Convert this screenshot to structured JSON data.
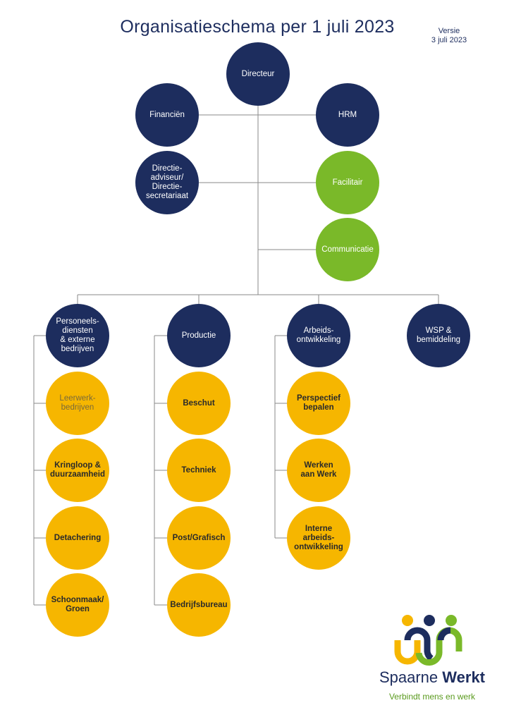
{
  "header": {
    "title": "Organisatieschema per 1 juli 2023",
    "version_label": "Versie",
    "version_date": "3 juli 2023"
  },
  "top": {
    "directeur": "Directeur",
    "financien": "Financiën",
    "hrm": "HRM",
    "directie_adviseur": "Directie-\nadviseur/\nDirectie-\nsecretariaat",
    "facilitair": "Facilitair",
    "communicatie": "Communicatie"
  },
  "departments": [
    {
      "label": "Personeels-\ndiensten\n& externe\nbedrijven",
      "units": [
        "Leerwerk-\nbedrijven",
        "Kringloop &\nduurzaamheid",
        "Detachering",
        "Schoonmaak/\nGroen"
      ]
    },
    {
      "label": "Productie",
      "units": [
        "Beschut",
        "Techniek",
        "Post/Grafisch",
        "Bedrijfsbureau"
      ]
    },
    {
      "label": "Arbeids-\nontwikkeling",
      "units": [
        "Perspectief\nbepalen",
        "Werken\naan Werk",
        "Interne\narbeids-\nontwikkeling"
      ]
    },
    {
      "label": "WSP &\nbemiddeling",
      "units": []
    }
  ],
  "logo": {
    "name_light": "Spaarne",
    "name_bold": "Werkt",
    "tagline": "Verbindt mens en werk"
  },
  "colors": {
    "navy": "#1d2d5e",
    "green": "#7ab929",
    "gold": "#f6b600",
    "line": "#8a8a8a"
  }
}
